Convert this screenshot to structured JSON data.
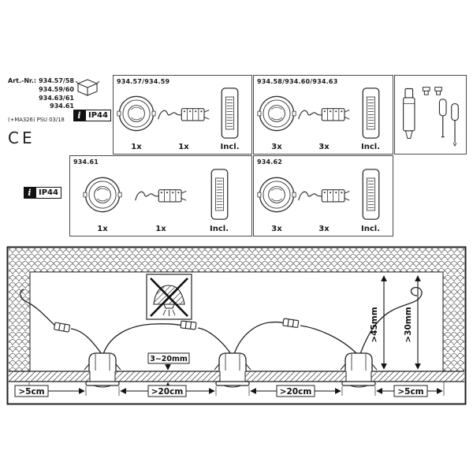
{
  "doc": {
    "art_label": "Art.-Nr.:",
    "art_numbers": [
      "934.57/58",
      "934.59/60",
      "934.63/61",
      "934.61"
    ],
    "psu_note": "(+MA326) PSU 03/18",
    "ce_mark": "CE",
    "info_symbol": "i",
    "ip_rating": "IP44",
    "ink_color": "#1a1a1a"
  },
  "panels": [
    {
      "title": "934.57/934.59",
      "spot_qty": "1x",
      "cable_qty": "1x",
      "driver_qty": "Incl."
    },
    {
      "title": "934.58/934.60/934.63",
      "spot_qty": "3x",
      "cable_qty": "3x",
      "driver_qty": "Incl."
    },
    {
      "title": "934.61",
      "spot_qty": "1x",
      "cable_qty": "1x",
      "driver_qty": "Incl."
    },
    {
      "title": "934.62",
      "spot_qty": "3x",
      "cable_qty": "3x",
      "driver_qty": "Incl."
    }
  ],
  "installation": {
    "clearance_left": ">5cm",
    "spacing_1": ">20cm",
    "spacing_2": ">20cm",
    "clearance_right": ">5cm",
    "panel_thickness": "3~20mm",
    "recess_depth_lamp": ">45mm",
    "recess_depth_driver": ">30mm"
  }
}
